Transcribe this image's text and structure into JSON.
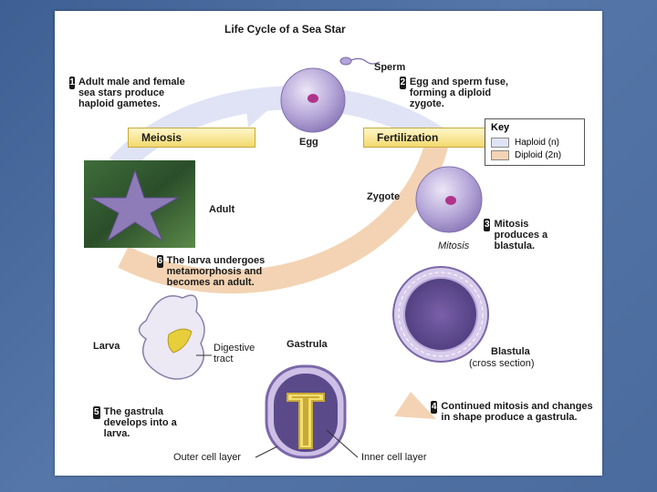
{
  "title": "Life Cycle of a Sea Star",
  "labels": {
    "sperm": "Sperm",
    "egg": "Egg",
    "zygote": "Zygote",
    "adult": "Adult",
    "larva": "Larva",
    "gastrula": "Gastrula",
    "blastula": "Blastula",
    "blastula_sub": "(cross section)",
    "mitosis": "Mitosis",
    "digestive_tract": "Digestive tract",
    "outer_cell_layer": "Outer cell layer",
    "inner_cell_layer": "Inner cell layer"
  },
  "banners": {
    "meiosis": "Meiosis",
    "fertilization": "Fertilization"
  },
  "steps": [
    {
      "num": "1",
      "text": "Adult male and female sea stars produce haploid gametes."
    },
    {
      "num": "2",
      "text": "Egg and sperm fuse, forming a diploid zygote."
    },
    {
      "num": "3",
      "text": "Mitosis produces a blastula."
    },
    {
      "num": "4",
      "text": "Continued mitosis and changes in shape produce a gastrula."
    },
    {
      "num": "5",
      "text": "The gastrula develops into a larva."
    },
    {
      "num": "6",
      "text": "The larva undergoes metamorphosis and becomes an adult."
    }
  ],
  "key": {
    "title": "Key",
    "haploid": "Haploid (n)",
    "diploid": "Diploid (2n)"
  },
  "colors": {
    "haploid": "#dfe3f5",
    "diploid": "#f3d3b3",
    "cell_purple": "#9a86c2",
    "yellow": "#e6cf3a"
  }
}
